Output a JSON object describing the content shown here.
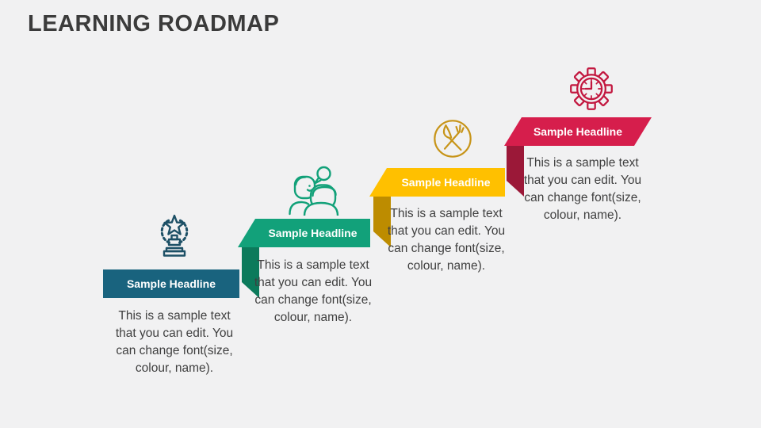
{
  "slide": {
    "title": "LEARNING ROADMAP",
    "background": "#F1F1F2",
    "title_color": "#3B3B3B",
    "body_text_color": "#3F3F3F"
  },
  "steps": [
    {
      "headline": "Sample Headline",
      "body_lines": [
        "This is a sample text",
        "that you can edit. You",
        "can change font(size,",
        "colour, name)."
      ],
      "icon": "award-wreath-icon",
      "colors": {
        "banner": "#19637E",
        "fold": null,
        "icon": "#1D5066",
        "headline_text": "#FFFFFF"
      }
    },
    {
      "headline": "Sample Headline",
      "body_lines": [
        "This is a sample text",
        "that you can edit. You",
        "can change font(size,",
        "colour, name)."
      ],
      "icon": "people-chat-icon",
      "colors": {
        "banner": "#12A17A",
        "fold": "#0C7A5B",
        "icon": "#12A179",
        "headline_text": "#FFFFFF"
      }
    },
    {
      "headline": "Sample Headline",
      "body_lines": [
        "This is a sample text",
        "that you can edit. You",
        "can change font(size,",
        "colour, name)."
      ],
      "icon": "fork-knife-icon",
      "colors": {
        "banner": "#FFC000",
        "fold": "#BD8C00",
        "icon": "#C79418",
        "headline_text": "#FFFFFF"
      }
    },
    {
      "headline": "Sample Headline",
      "body_lines": [
        "This is a sample text",
        "that you can edit. You",
        "can change font(size,",
        "colour, name)."
      ],
      "icon": "gear-clock-icon",
      "colors": {
        "banner": "#D61E4C",
        "fold": "#9B1838",
        "icon": "#C2173F",
        "headline_text": "#FFFFFF"
      }
    }
  ]
}
